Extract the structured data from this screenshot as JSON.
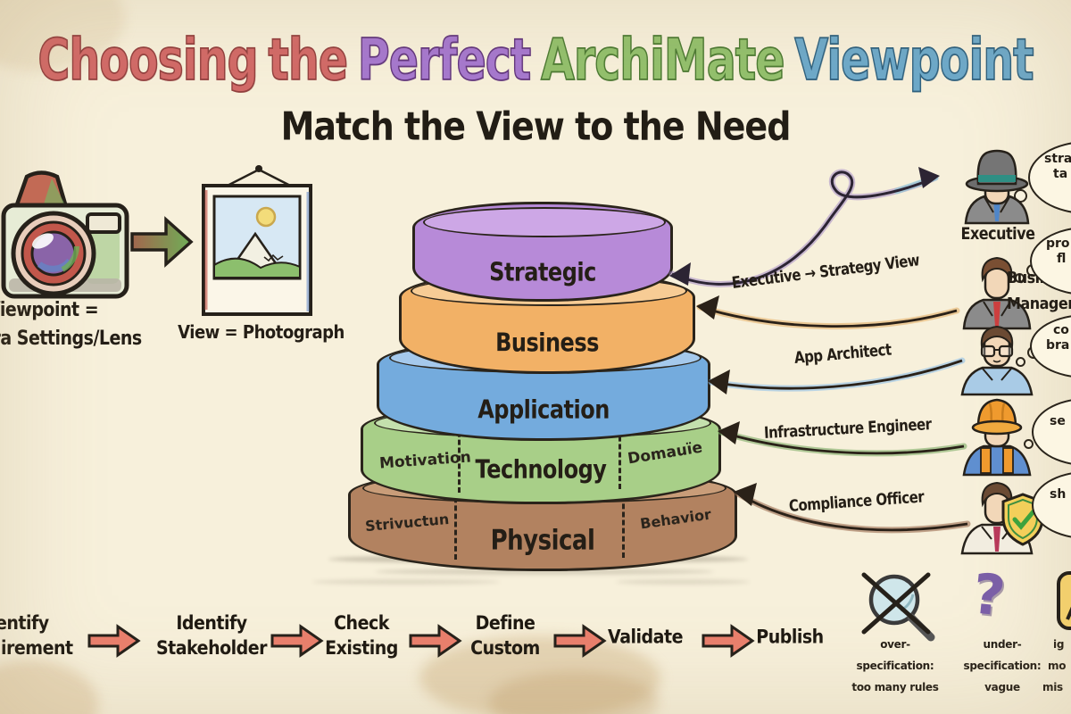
{
  "palette": {
    "paper": "#f7f0db",
    "ink": "#2a241b",
    "title_red": "#d26a68",
    "title_purple": "#a678cf",
    "title_green": "#93c06d",
    "title_blue": "#6da9ca",
    "flow_arrow": "#e87f6c"
  },
  "header": {
    "title_words": [
      {
        "text": "Choosing",
        "color": "#d26a68"
      },
      {
        "text": "the",
        "color": "#d26a68"
      },
      {
        "text": "Perfect",
        "color": "#a678cf"
      },
      {
        "text": "ArchiMate",
        "color": "#93c06d"
      },
      {
        "text": "Viewpoint",
        "color": "#6da9ca"
      }
    ],
    "subtitle": "Match the View to the Need"
  },
  "metaphor": {
    "viewpoint_caption_line1": "Viewpoint =",
    "viewpoint_caption_line2": "Camera Settings/Lens",
    "view_caption": "View = Photograph"
  },
  "cake": {
    "layers": [
      {
        "label": "Strategic",
        "color": "#b78ad8"
      },
      {
        "label": "Business",
        "color": "#f2b166"
      },
      {
        "label": "Application",
        "color": "#74abdd"
      },
      {
        "label": "Technology",
        "color": "#a8cf88",
        "left_label": "Motivation",
        "right_label": "Domauïe"
      },
      {
        "label": "Physical",
        "color": "#b28260",
        "left_label": "Strivuctun",
        "right_label": "Behavior"
      }
    ]
  },
  "mappings": [
    {
      "label": "Executive → Strategy View",
      "color": "#e2a95c"
    },
    {
      "label": "App Architect",
      "color": "#8fc0e8"
    },
    {
      "label": "Infrastructure Engineer",
      "color": "#7dab66"
    },
    {
      "label": "Compliance Officer",
      "color": "#9a6a4e"
    }
  ],
  "personas": [
    {
      "label": "Executive",
      "bubble_lines": [
        "stra",
        "ta"
      ]
    },
    {
      "label_lines": [
        "Business",
        "Manager"
      ],
      "bubble_lines": [
        "pro",
        "fl"
      ]
    },
    {
      "bubble_lines": [
        "co",
        "bra"
      ]
    },
    {
      "bubble_lines": [
        "se"
      ]
    },
    {
      "bubble_lines": [
        "sh"
      ]
    }
  ],
  "process": {
    "steps": [
      {
        "lines": [
          "Identify",
          "Requirement"
        ]
      },
      {
        "lines": [
          "Identify",
          "Stakeholder"
        ]
      },
      {
        "lines": [
          "Check",
          "Existing"
        ]
      },
      {
        "lines": [
          "Define",
          "Custom"
        ]
      },
      {
        "lines": [
          "Validate"
        ]
      },
      {
        "lines": [
          "Publish"
        ]
      }
    ]
  },
  "pitfalls": [
    {
      "icon": "crossed-magnifier",
      "lines": [
        "over-",
        "specification:",
        "too many rules"
      ]
    },
    {
      "icon": "question-mark",
      "glyph": "?",
      "lines": [
        "under-",
        "specification:",
        "vague"
      ]
    },
    {
      "icon": "warning-sign",
      "lines": [
        "ig",
        "mo",
        "mis"
      ]
    }
  ]
}
